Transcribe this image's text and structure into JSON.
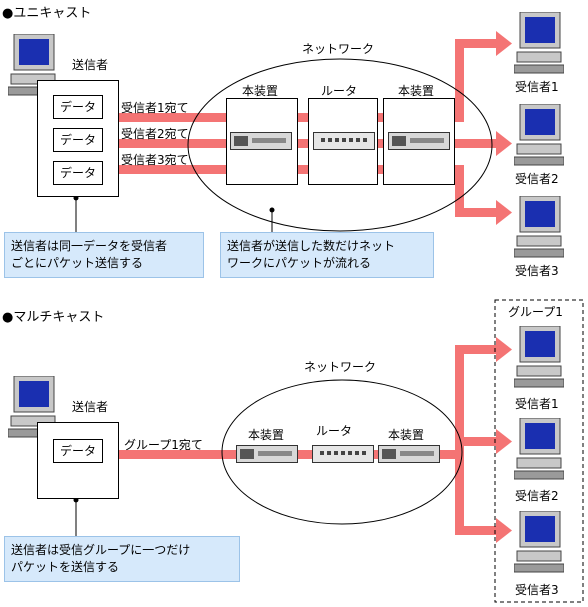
{
  "unicast": {
    "title": "●ユニキャスト",
    "network_label": "ネットワーク",
    "sender_label": "送信者",
    "data_labels": [
      "データ",
      "データ",
      "データ"
    ],
    "route_labels": [
      "受信者1宛て",
      "受信者2宛て",
      "受信者3宛て"
    ],
    "device_labels": [
      "本装置",
      "ルータ",
      "本装置"
    ],
    "receivers": [
      "受信者1",
      "受信者2",
      "受信者3"
    ],
    "note_sender": [
      "送信者は同一データを受信者",
      "ごとにパケット送信する"
    ],
    "note_network": [
      "送信者が送信した数だけネット",
      "ワークにパケットが流れる"
    ]
  },
  "multicast": {
    "title": "●マルチキャスト",
    "network_label": "ネットワーク",
    "sender_label": "送信者",
    "data_label": "データ",
    "route_label": "グループ1宛て",
    "device_labels": [
      "本装置",
      "ルータ",
      "本装置"
    ],
    "group_label": "グループ1",
    "receivers": [
      "受信者1",
      "受信者2",
      "受信者3"
    ],
    "note_sender": [
      "送信者は受信グループに一つだけ",
      "パケットを送信する"
    ]
  },
  "colors": {
    "arrow": "#f47474",
    "note_bg": "#d6e9fb",
    "note_border": "#9cc3e8"
  },
  "icons": [
    "computer-icon",
    "server-icon",
    "router-icon"
  ]
}
